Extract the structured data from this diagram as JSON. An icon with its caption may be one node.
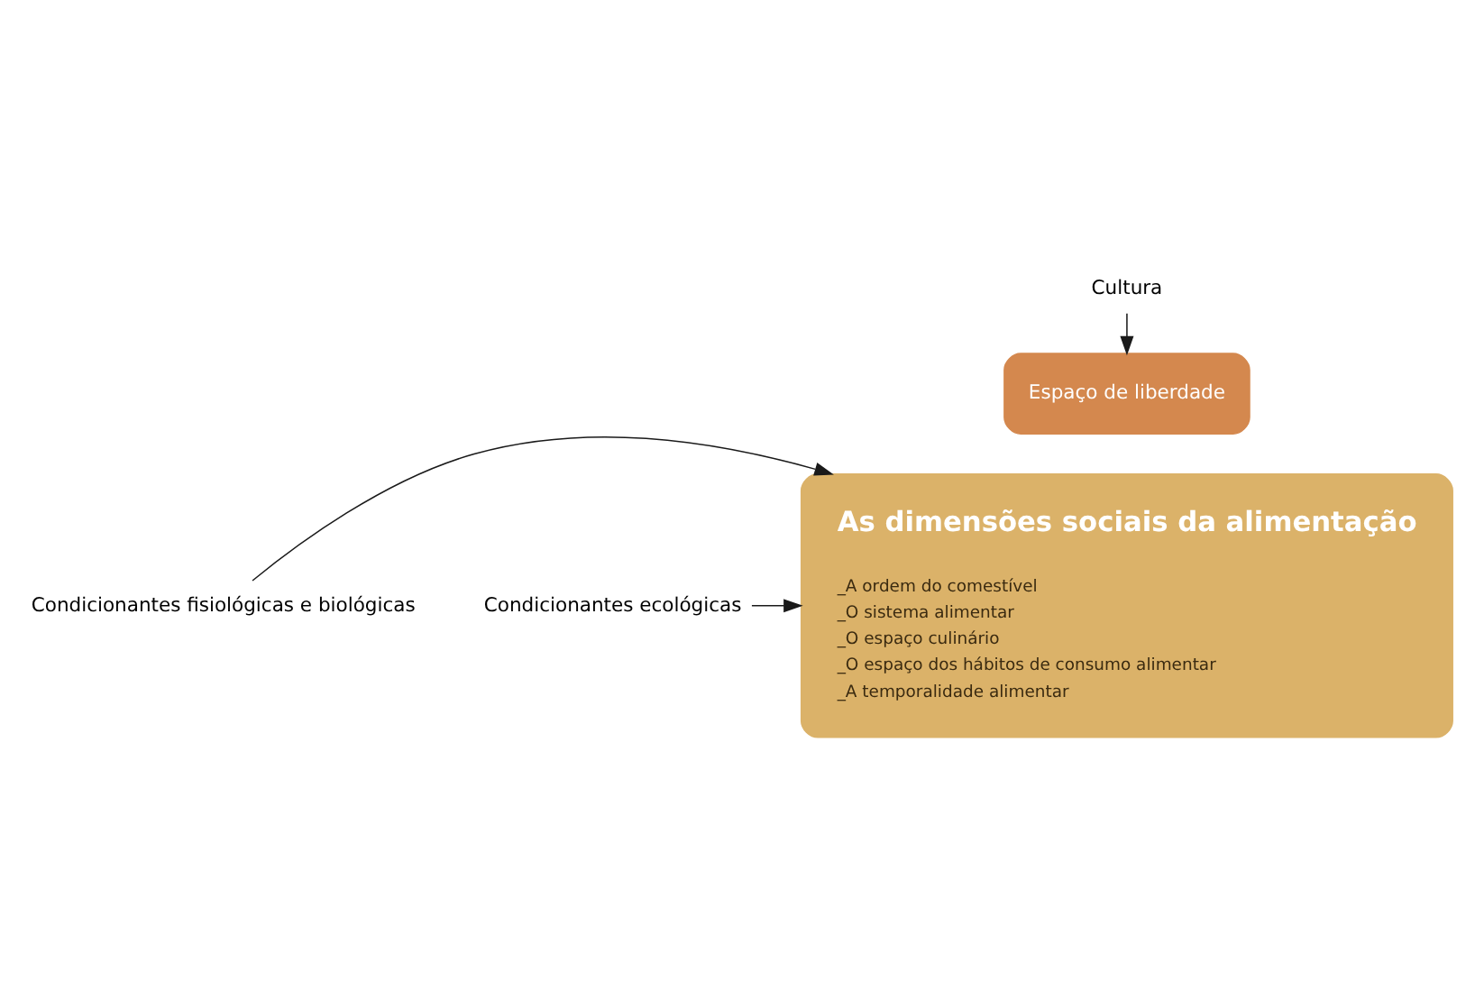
{
  "diagram": {
    "nodes": [
      {
        "text": [
          "Cultura"
        ]
      },
      {
        "text": [
          "Espaço de liberdade"
        ]
      },
      {
        "text": [
          "As dimensões sociais da alimentação",
          "_A ordem do comestível",
          "_O sistema alimentar",
          "_O espaço culinário",
          "_O espaço dos hábitos de consumo alimentar",
          "_A temporalidade alimentar"
        ]
      },
      {
        "text": [
          "Condicionantes fisiológicas e biológicas"
        ]
      },
      {
        "text": [
          "Condicionantes ecológicas"
        ]
      }
    ],
    "edges": [
      {
        "from": 0,
        "to": 1,
        "arrow": "to"
      },
      {
        "from": 3,
        "to": 2,
        "arrow": "to"
      },
      {
        "from": 4,
        "to": 2,
        "arrow": "to"
      }
    ]
  }
}
